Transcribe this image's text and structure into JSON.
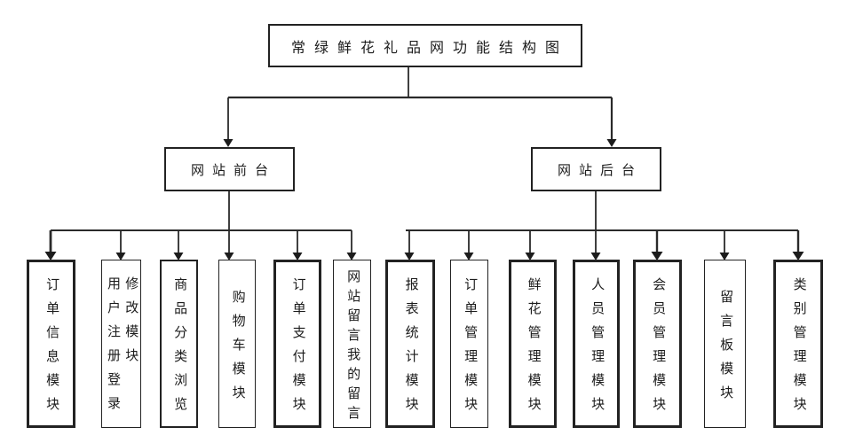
{
  "diagram": {
    "title": "常绿鲜花礼品网功能结构图",
    "colors": {
      "ink": "#1c1c1c",
      "line": "#2a2a2a",
      "background": "#ffffff"
    },
    "branches": [
      {
        "label": "网站前台",
        "modules": [
          {
            "columns": [
              "订单信息模块"
            ]
          },
          {
            "columns": [
              "用户注册登录",
              "修改模块"
            ]
          },
          {
            "columns": [
              "商品分类浏览"
            ]
          },
          {
            "columns": [
              "购物车模块"
            ]
          },
          {
            "columns": [
              "订单支付模块"
            ]
          },
          {
            "columns": [
              "网站留言我的留言"
            ]
          }
        ]
      },
      {
        "label": "网站后台",
        "modules": [
          {
            "columns": [
              "报表统计模块"
            ]
          },
          {
            "columns": [
              "订单管理模块"
            ]
          },
          {
            "columns": [
              "鲜花管理模块"
            ]
          },
          {
            "columns": [
              "人员管理模块"
            ]
          },
          {
            "columns": [
              "会员管理模块"
            ]
          },
          {
            "columns": [
              "留言板模块"
            ]
          },
          {
            "columns": [
              "类别管理模块"
            ]
          }
        ]
      }
    ]
  }
}
